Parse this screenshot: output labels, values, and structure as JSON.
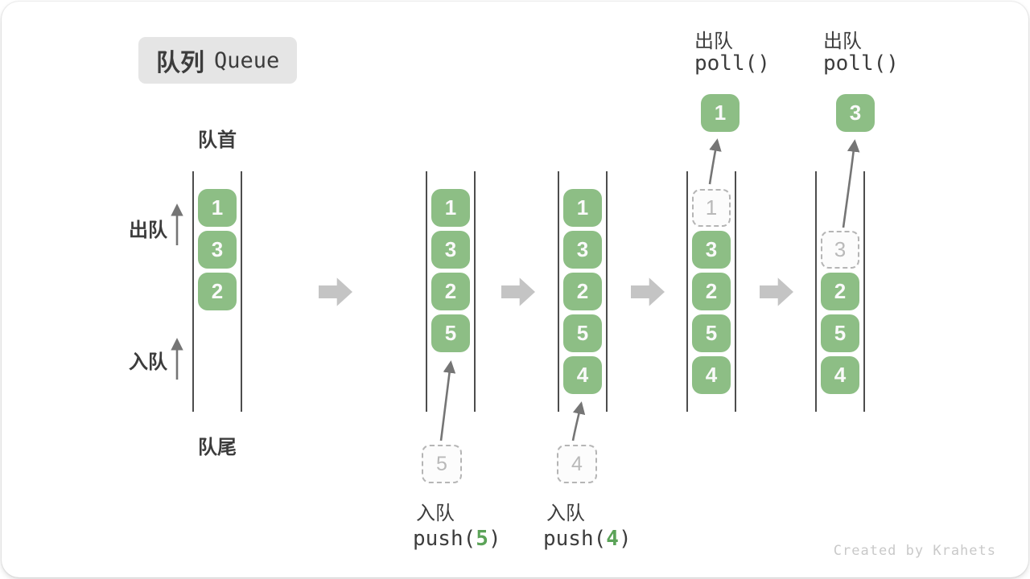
{
  "title": {
    "zh": "队列",
    "en": "Queue"
  },
  "queue_labels": {
    "front": "队首",
    "rear": "队尾",
    "dequeue": "出队",
    "enqueue": "入队"
  },
  "states": [
    {
      "slots": [
        {
          "value": "1",
          "ghost": false
        },
        {
          "value": "3",
          "ghost": false
        },
        {
          "value": "2",
          "ghost": false
        }
      ]
    },
    {
      "slots": [
        {
          "value": "1",
          "ghost": false
        },
        {
          "value": "3",
          "ghost": false
        },
        {
          "value": "2",
          "ghost": false
        },
        {
          "value": "5",
          "ghost": false
        }
      ]
    },
    {
      "slots": [
        {
          "value": "1",
          "ghost": false
        },
        {
          "value": "3",
          "ghost": false
        },
        {
          "value": "2",
          "ghost": false
        },
        {
          "value": "5",
          "ghost": false
        },
        {
          "value": "4",
          "ghost": false
        }
      ]
    },
    {
      "slots": [
        {
          "value": "1",
          "ghost": true
        },
        {
          "value": "3",
          "ghost": false
        },
        {
          "value": "2",
          "ghost": false
        },
        {
          "value": "5",
          "ghost": false
        },
        {
          "value": "4",
          "ghost": false
        }
      ]
    },
    {
      "slots": [
        {
          "value": "3",
          "ghost": true
        },
        {
          "value": "2",
          "ghost": false
        },
        {
          "value": "5",
          "ghost": false
        },
        {
          "value": "4",
          "ghost": false
        }
      ]
    }
  ],
  "push_ops": [
    {
      "label": "入队",
      "code_pre": "push(",
      "code_arg": "5",
      "code_post": ")",
      "ghost_value": "5"
    },
    {
      "label": "入队",
      "code_pre": "push(",
      "code_arg": "4",
      "code_post": ")",
      "ghost_value": "4"
    }
  ],
  "poll_ops": [
    {
      "label": "出队",
      "code": "poll()",
      "result_value": "1"
    },
    {
      "label": "出队",
      "code": "poll()",
      "result_value": "3"
    }
  ],
  "watermark": "Created by Krahets",
  "colors": {
    "box_green": "#8dbe85",
    "box_text": "#fafafa",
    "arg_green": "#5ba358",
    "block_arrow": "#c4c4c4",
    "thin_arrow": "#757575",
    "ghost_border": "#b5b5b5",
    "ghost_text": "#b9b9b9",
    "label_dark": "#3c3c3c",
    "line_dark": "#4d4d4d",
    "badge_bg": "#e5e5e5",
    "watermark_gray": "#c9c9c9"
  }
}
